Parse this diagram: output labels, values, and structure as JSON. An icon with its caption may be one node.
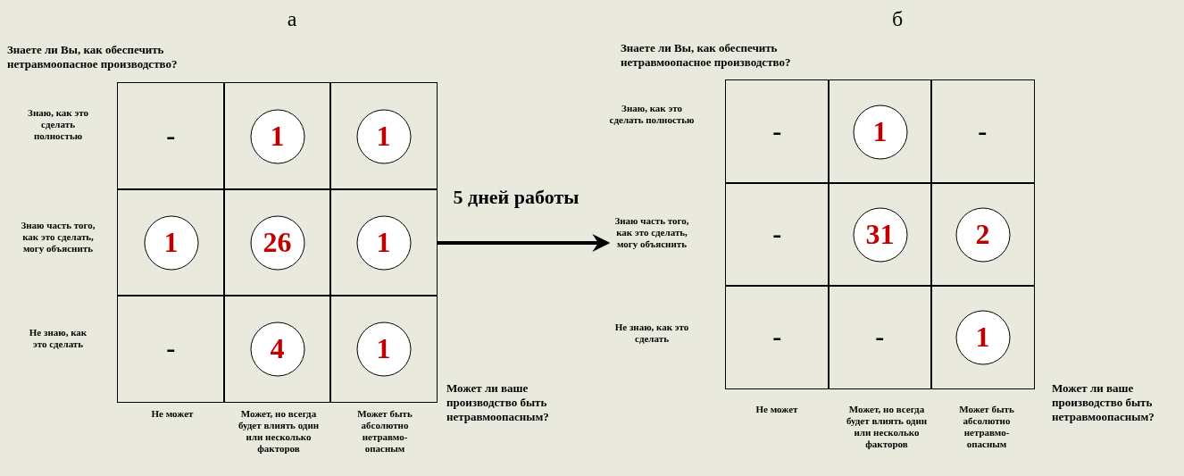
{
  "diagram": {
    "nodes": [
      {
        "text": [
          "а"
        ]
      },
      {
        "text": [
          "-"
        ],
        "in": 0
      },
      {
        "text": [],
        "shape": "box",
        "in": 0
      },
      {
        "text": [
          "1"
        ],
        "in": 2
      },
      {
        "text": [],
        "shape": "box",
        "in": 0
      },
      {
        "text": [
          "1"
        ],
        "in": 4
      },
      {
        "text": [],
        "shape": "box",
        "in": 0
      },
      {
        "text": [
          "1"
        ],
        "in": 6
      },
      {
        "text": [],
        "shape": "box",
        "in": 0
      },
      {
        "text": [
          "26"
        ],
        "in": 8
      },
      {
        "text": [],
        "shape": "box",
        "in": 0
      },
      {
        "text": [
          "1"
        ],
        "in": 10
      },
      {
        "text": [
          "-"
        ],
        "in": 0
      },
      {
        "text": [],
        "shape": "box",
        "in": 0
      },
      {
        "text": [
          "4"
        ],
        "in": 13
      },
      {
        "text": [],
        "shape": "box",
        "in": 0
      },
      {
        "text": [
          "1"
        ],
        "in": 15
      },
      {
        "text": [
          "б"
        ]
      },
      {
        "text": [
          "-"
        ],
        "in": 17
      },
      {
        "text": [],
        "shape": "box",
        "in": 17
      },
      {
        "text": [
          "1"
        ],
        "in": 19
      },
      {
        "text": [
          "-"
        ],
        "in": 17
      },
      {
        "text": [
          "-"
        ],
        "in": 17
      },
      {
        "text": [],
        "shape": "box",
        "in": 17
      },
      {
        "text": [
          "31"
        ],
        "in": 23
      },
      {
        "text": [],
        "shape": "box",
        "in": 17
      },
      {
        "text": [
          "2"
        ],
        "in": 25
      },
      {
        "text": [
          "-"
        ],
        "in": 17
      },
      {
        "text": [
          "-"
        ],
        "in": 17
      },
      {
        "text": [],
        "shape": "box",
        "in": 17
      },
      {
        "text": [
          "1"
        ],
        "in": 29
      }
    ],
    "edges": [
      {
        "from": 0,
        "to": 17,
        "arrow": "to",
        "label": "5 дней работы"
      }
    ],
    "labels": [
      "Знаете ли Вы, как обеспечить нетравмоопасное производство?",
      "Знаю, как это сделать полностью",
      "Знаю часть того, как это сделать, могу объяснить",
      "Не знаю, как это сделать",
      "Может ли ваше производство быть нетравмоопасным?",
      "Не может",
      "Может, но всегда будет влиять один или несколько факторов",
      "Может быть абсолютно нетравмо- опасным",
      "Знаете ли Вы, как обеспечить нетравмоопасное производство?",
      "Знаю, как это сделать полностью",
      "Знаю часть того, как это сделать, могу объяснить",
      "Не знаю, как это сделать",
      "Может ли ваше производство быть нетравмоопасным?",
      "Не может",
      "Может, но всегда будет влиять один или несколько факторов",
      "Может быть абсолютно нетравмо- опасным"
    ]
  }
}
